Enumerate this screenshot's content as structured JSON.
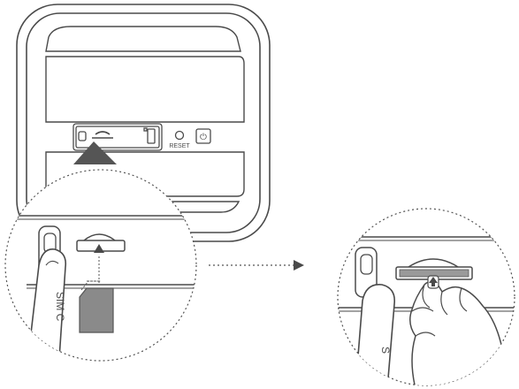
{
  "labels": {
    "reset": "RESET",
    "power_symbol": "⏻",
    "card_text_left": "SIM C",
    "card_text_right": "S"
  },
  "icons": {
    "power": "power-icon",
    "arrow_up": "arrow-up-icon",
    "arrow_right": "arrow-right-icon",
    "reset_hole": "reset-hole-icon"
  },
  "colors": {
    "line": "#4a4a4a",
    "outline": "#3a3a3a",
    "light_fill": "#ffffff",
    "card_fill": "#8a8a8a",
    "card_edge": "#555555",
    "pointer_fill": "#555555",
    "dashed": "#555555"
  }
}
